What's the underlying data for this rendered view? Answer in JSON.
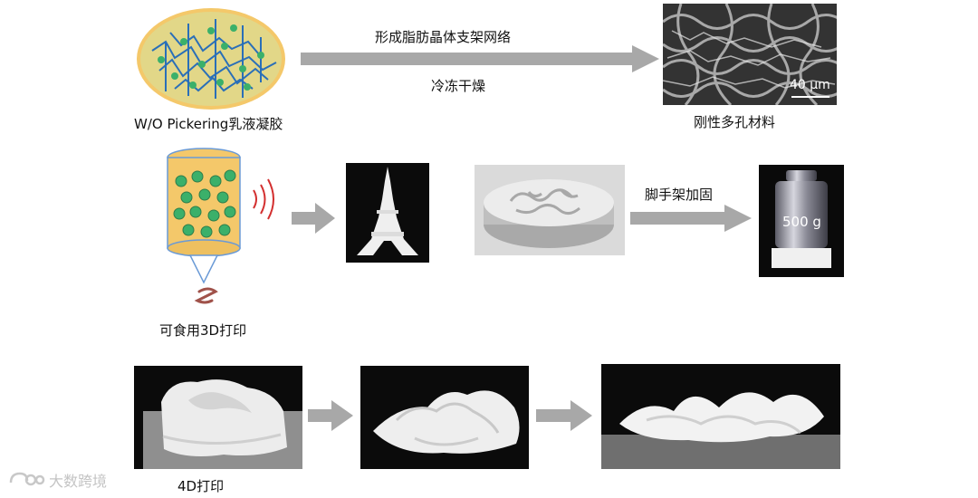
{
  "row1": {
    "emulsion_label": "W/O Pickering乳液凝胶",
    "arrow_top_label": "形成脂肪晶体支架网络",
    "arrow_bottom_label": "冷冻干燥",
    "sem_scale": "40 μm",
    "result_label": "刚性多孔材料"
  },
  "row2": {
    "print3d_label": "可食用3D打印",
    "scaffold_label": "脚手架加固",
    "weight_label": "500 g"
  },
  "row3": {
    "print4d_label": "4D打印"
  },
  "watermark": {
    "text": "大数跨境"
  },
  "colors": {
    "arrow": "#a8a8a8",
    "emulsion_fill": "#f4c86a",
    "network": "#2a6fb8",
    "droplet": "#3bb06a"
  }
}
